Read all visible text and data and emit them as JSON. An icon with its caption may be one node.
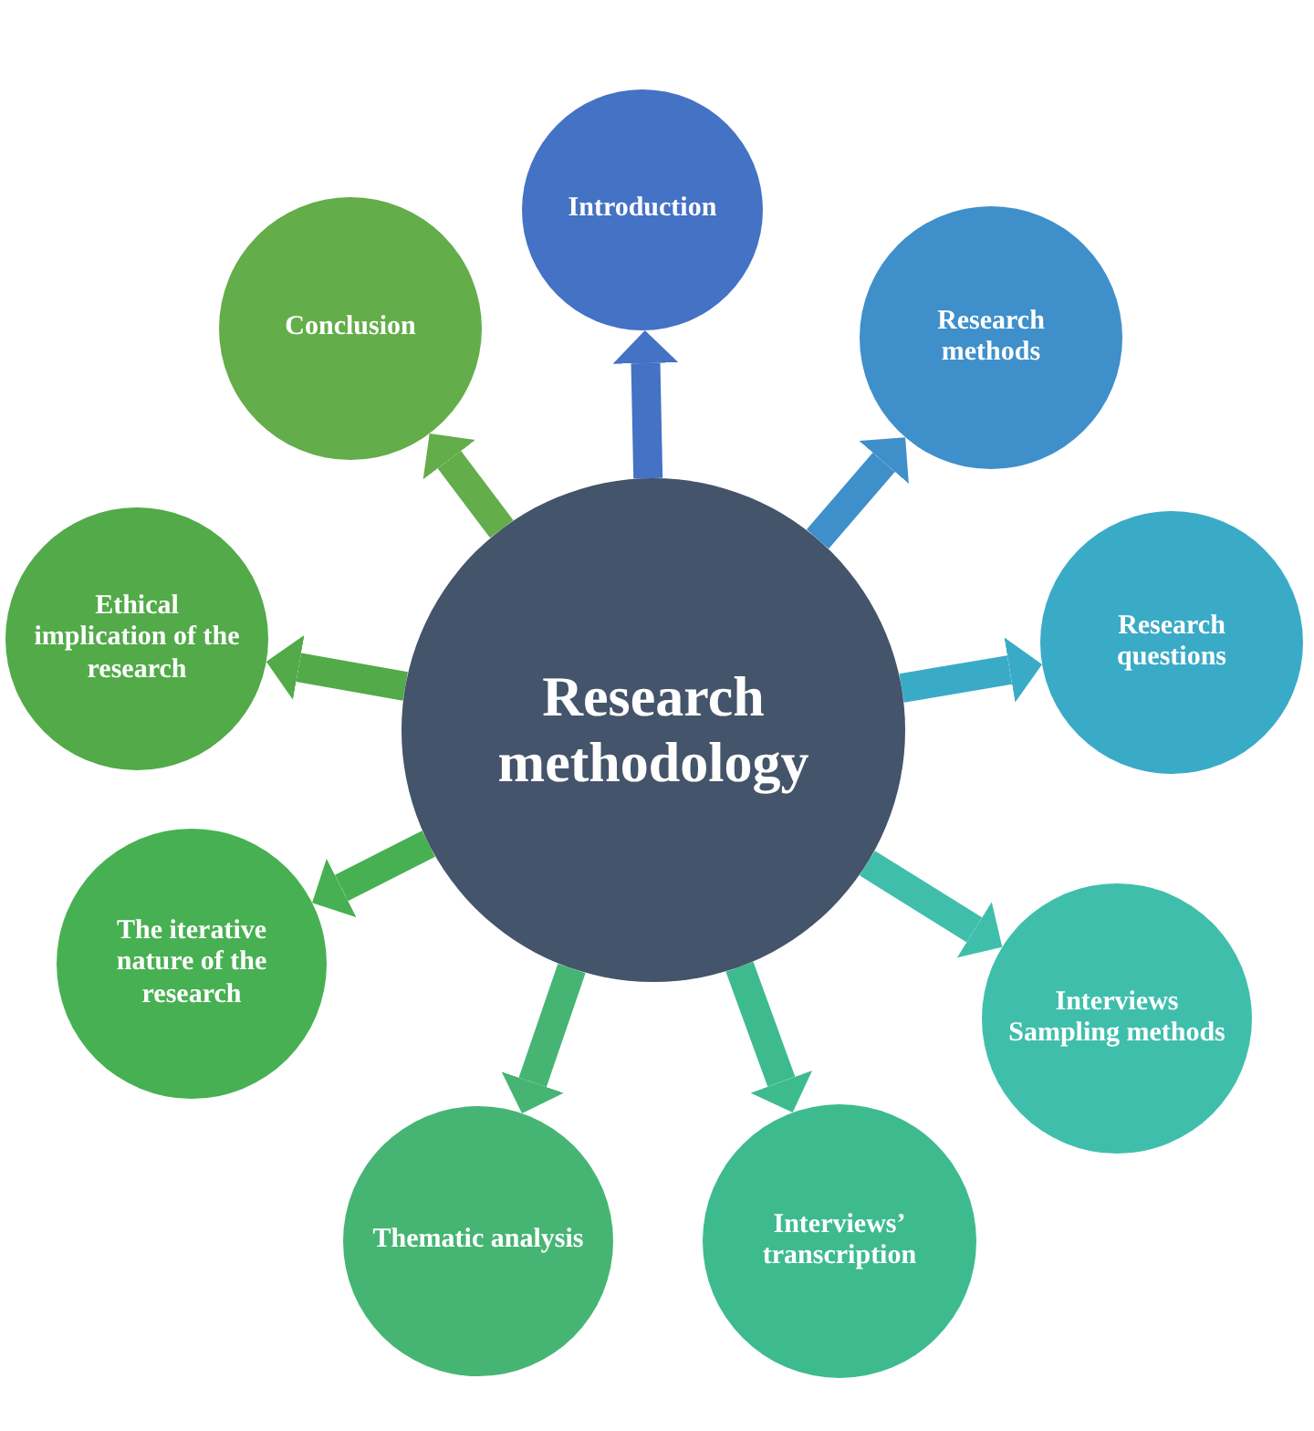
{
  "diagram": {
    "nodes": [
      {
        "text": [
          "Research methodology"
        ]
      },
      {
        "text": [
          "Introduction"
        ]
      },
      {
        "text": [
          "Research methods"
        ]
      },
      {
        "text": [
          "Research questions"
        ]
      },
      {
        "text": [
          "Interviews Sampling methods"
        ]
      },
      {
        "text": [
          "Interviews’ transcription"
        ]
      },
      {
        "text": [
          "Thematic analysis"
        ]
      },
      {
        "text": [
          "The iterative nature of the research"
        ]
      },
      {
        "text": [
          "Ethical implication of the research"
        ]
      },
      {
        "text": [
          "Conclusion"
        ]
      }
    ],
    "edges": [
      {
        "from": 0,
        "to": 1,
        "arrow": "to",
        "color": "#4472c4"
      },
      {
        "from": 0,
        "to": 2,
        "arrow": "to",
        "color": "#3f8fcb"
      },
      {
        "from": 0,
        "to": 3,
        "arrow": "to",
        "color": "#3aabc6"
      },
      {
        "from": 0,
        "to": 4,
        "arrow": "to",
        "color": "#3fbfab"
      },
      {
        "from": 0,
        "to": 5,
        "arrow": "to",
        "color": "#3dbb8f"
      },
      {
        "from": 0,
        "to": 6,
        "arrow": "to",
        "color": "#46b573"
      },
      {
        "from": 0,
        "to": 7,
        "arrow": "to",
        "color": "#47b052"
      },
      {
        "from": 0,
        "to": 8,
        "arrow": "to",
        "color": "#52aa48"
      },
      {
        "from": 0,
        "to": 9,
        "arrow": "to",
        "color": "#63ad4a"
      }
    ]
  }
}
